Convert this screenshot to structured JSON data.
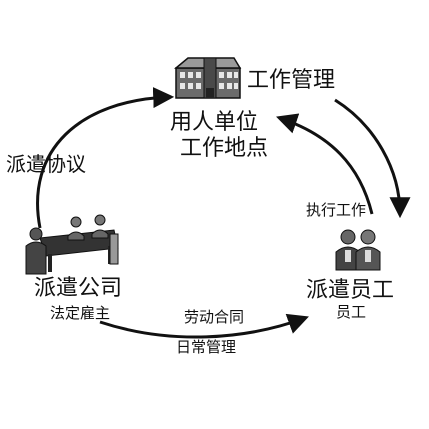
{
  "nodes": {
    "user_unit": {
      "line1": "用人单位",
      "line2": "工作地点"
    },
    "dispatch_company": {
      "title": "派遣公司",
      "subtitle": "法定雇主"
    },
    "dispatched_employee": {
      "title": "派遣员工",
      "subtitle": "员工"
    }
  },
  "edges": {
    "company_to_unit": "派遣协议",
    "unit_to_employee_top": "工作管理",
    "employee_to_unit": "执行工作",
    "company_to_employee_top": "劳动合同",
    "company_to_employee_bottom": "日常管理"
  },
  "icons": {
    "building": "office-building-icon",
    "meeting": "meeting-table-icon",
    "people": "people-group-icon"
  }
}
